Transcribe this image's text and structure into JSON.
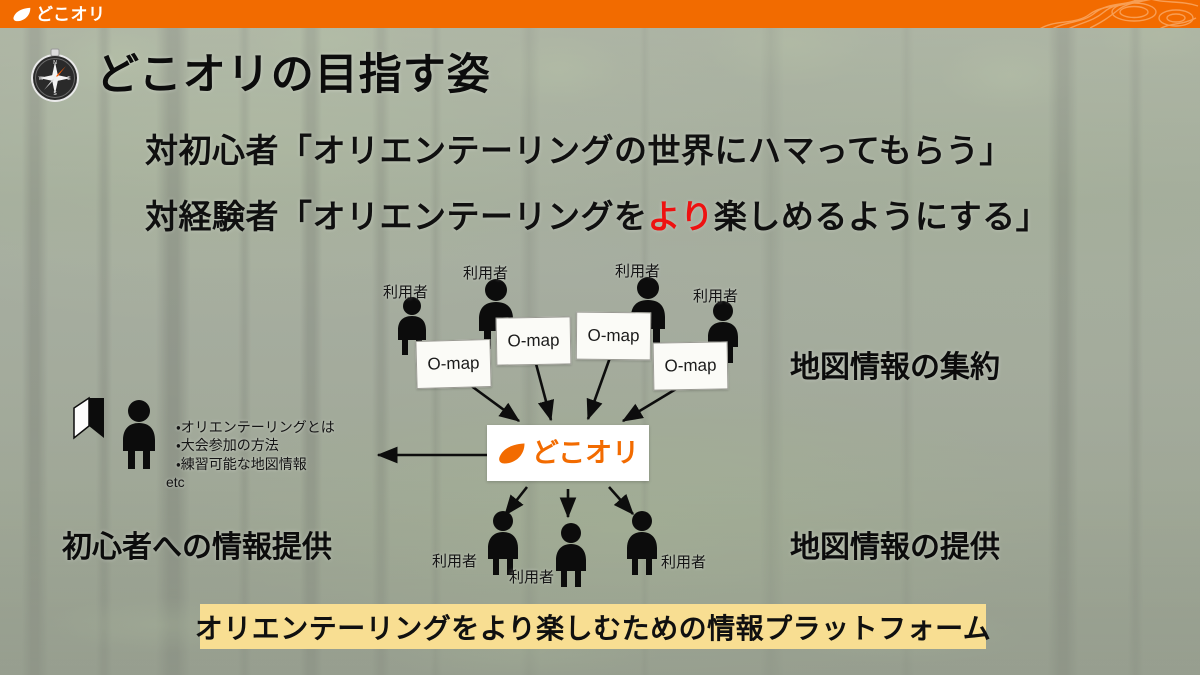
{
  "header": {
    "logo_text": "どこオリ",
    "logo_icon": "leaf-icon",
    "decoration_icon": "topographic-contour-lines"
  },
  "title": {
    "icon": "compass-icon",
    "text": "どこオリの目指す姿"
  },
  "subtitles": {
    "line1": "対初心者「オリエンテーリングの世界にハマってもらう」",
    "line2_before": "対経験者「オリエンテーリングを",
    "line2_highlight": "より",
    "line2_after": "楽しめるようにする」",
    "highlight_color": "#ee1111"
  },
  "diagram": {
    "center": {
      "logo_text": "どこオリ",
      "logo_icon": "leaf-icon",
      "logo_color": "#F26B00"
    },
    "top_users": [
      {
        "label": "利用者",
        "card": "O-map"
      },
      {
        "label": "利用者",
        "card": "O-map"
      },
      {
        "label": "利用者",
        "card": "O-map"
      },
      {
        "label": "利用者",
        "card": "O-map"
      }
    ],
    "bottom_users": [
      {
        "label": "利用者"
      },
      {
        "label": "利用者"
      },
      {
        "label": "利用者"
      }
    ],
    "beginner": {
      "icon": "beginner-mark-icon",
      "person_icon": "person-icon",
      "bullets": [
        "・オリエンテーリングとは",
        "・大会参加の方法",
        "・練習可能な地図情報"
      ],
      "etc": "etc"
    },
    "labels": {
      "aggregation": "地図情報の集約",
      "provision": "地図情報の提供",
      "beginner_info": "初心者への情報提供"
    }
  },
  "banner": {
    "text": "オリエンテーリングをより楽しむための情報プラットフォーム",
    "background_color": "#F8DE92"
  },
  "theme": {
    "accent_orange": "#F26B00",
    "banner_yellow": "#F8DE92",
    "text_dark": "#101010"
  }
}
